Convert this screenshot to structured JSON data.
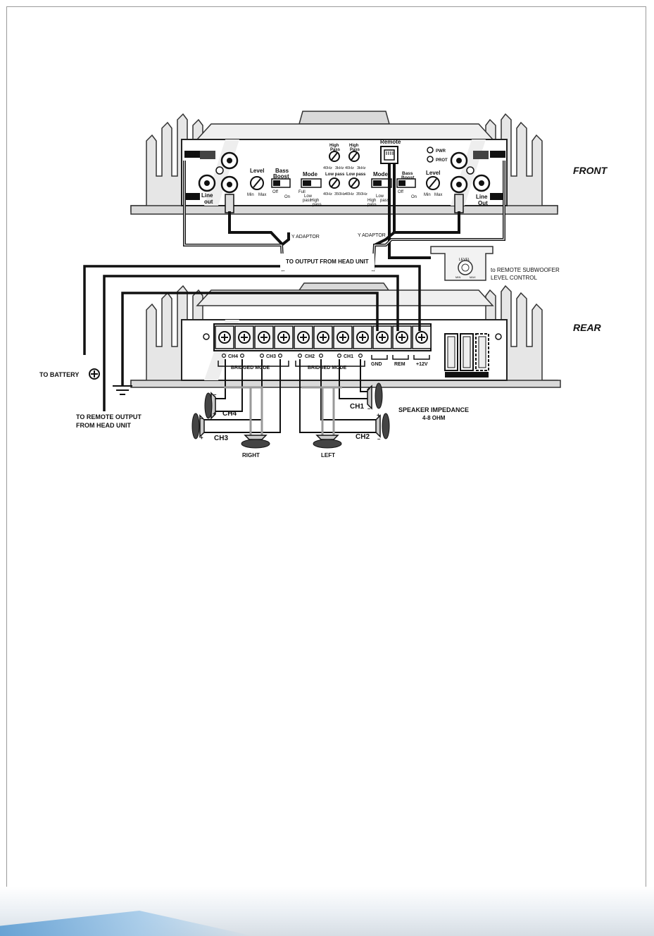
{
  "labels": {
    "front": "FRONT",
    "rear": "REAR",
    "ch1": "CH1",
    "ch2": "CH2",
    "ch3": "CH3",
    "ch4": "CH4",
    "line_out_left": [
      "Line",
      "out"
    ],
    "line_out_right": [
      "Line",
      "Out"
    ],
    "level": "Level",
    "bass_boost": [
      "Bass",
      "Boost"
    ],
    "mode": "Mode",
    "min": "Min",
    "max": "Max",
    "off": "Off",
    "on": "On",
    "full": "Full",
    "low_pass": [
      "Low",
      "pass"
    ],
    "high_pass": [
      "High",
      "pass"
    ],
    "high_pass_title": [
      "High",
      "Pass"
    ],
    "low_pass_title": "Low pass",
    "hz40": "40Hz",
    "khz3": "3kHz",
    "hz350": "350Hz",
    "remote": "Remote",
    "pwr": "PWR",
    "prot": "PROT",
    "y_adaptor": "Y ADAPTOR",
    "to_output": "TO OUTPUT FROM HEAD UNIT",
    "level_knob": "LEVEL",
    "knob_min": "MIN",
    "knob_max": "MAX",
    "to_remote_sub": [
      "to REMOTE SUBWOOFER",
      "LEVEL CONTROL"
    ],
    "to_battery": "TO BATTERY",
    "to_remote_output": [
      "TO REMOTE OUTPUT",
      "FROM HEAD UNIT"
    ],
    "bridged_mode": "BRIDGED MODE",
    "gnd": "GND",
    "rem": "REM",
    "plus12v": "+12V",
    "fuses": "FUSES",
    "speaker_impedance": [
      "SPEAKER IMPEDANCE",
      "4-8 OHM"
    ],
    "right": "RIGHT",
    "left": "LEFT",
    "plus": "+",
    "minus": "–"
  }
}
